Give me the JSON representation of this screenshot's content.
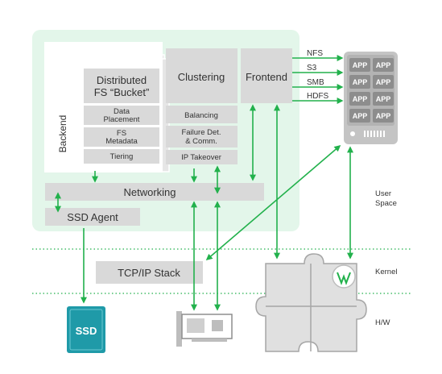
{
  "backend": {
    "label": "Backend",
    "title_line1": "Distributed",
    "title_line2": "FS “Bucket”",
    "items": [
      {
        "line1": "Data",
        "line2": "Placement"
      },
      {
        "line1": "FS",
        "line2": "Metadata"
      },
      {
        "line1": "Tiering",
        "line2": ""
      }
    ]
  },
  "clustering": {
    "title": "Clustering",
    "items": [
      {
        "line1": "Balancing",
        "line2": ""
      },
      {
        "line1": "Failure Det.",
        "line2": "& Comm."
      },
      {
        "line1": "IP Takeover",
        "line2": ""
      }
    ]
  },
  "frontend": {
    "title": "Frontend"
  },
  "protocols": [
    "NFS",
    "S3",
    "SMB",
    "HDFS"
  ],
  "app_label": "APP",
  "networking": "Networking",
  "ssd_agent": "SSD Agent",
  "tcpip": "TCP/IP Stack",
  "ssd_device": "SSD",
  "layers": {
    "user_line1": "User",
    "user_line2": "Space",
    "kernel": "Kernel",
    "hw": "H/W"
  },
  "colors": {
    "green": "#22b14c",
    "light_green": "#e3f6ea",
    "gray": "#d9d9d9",
    "ssd": "#1f9aa8"
  }
}
